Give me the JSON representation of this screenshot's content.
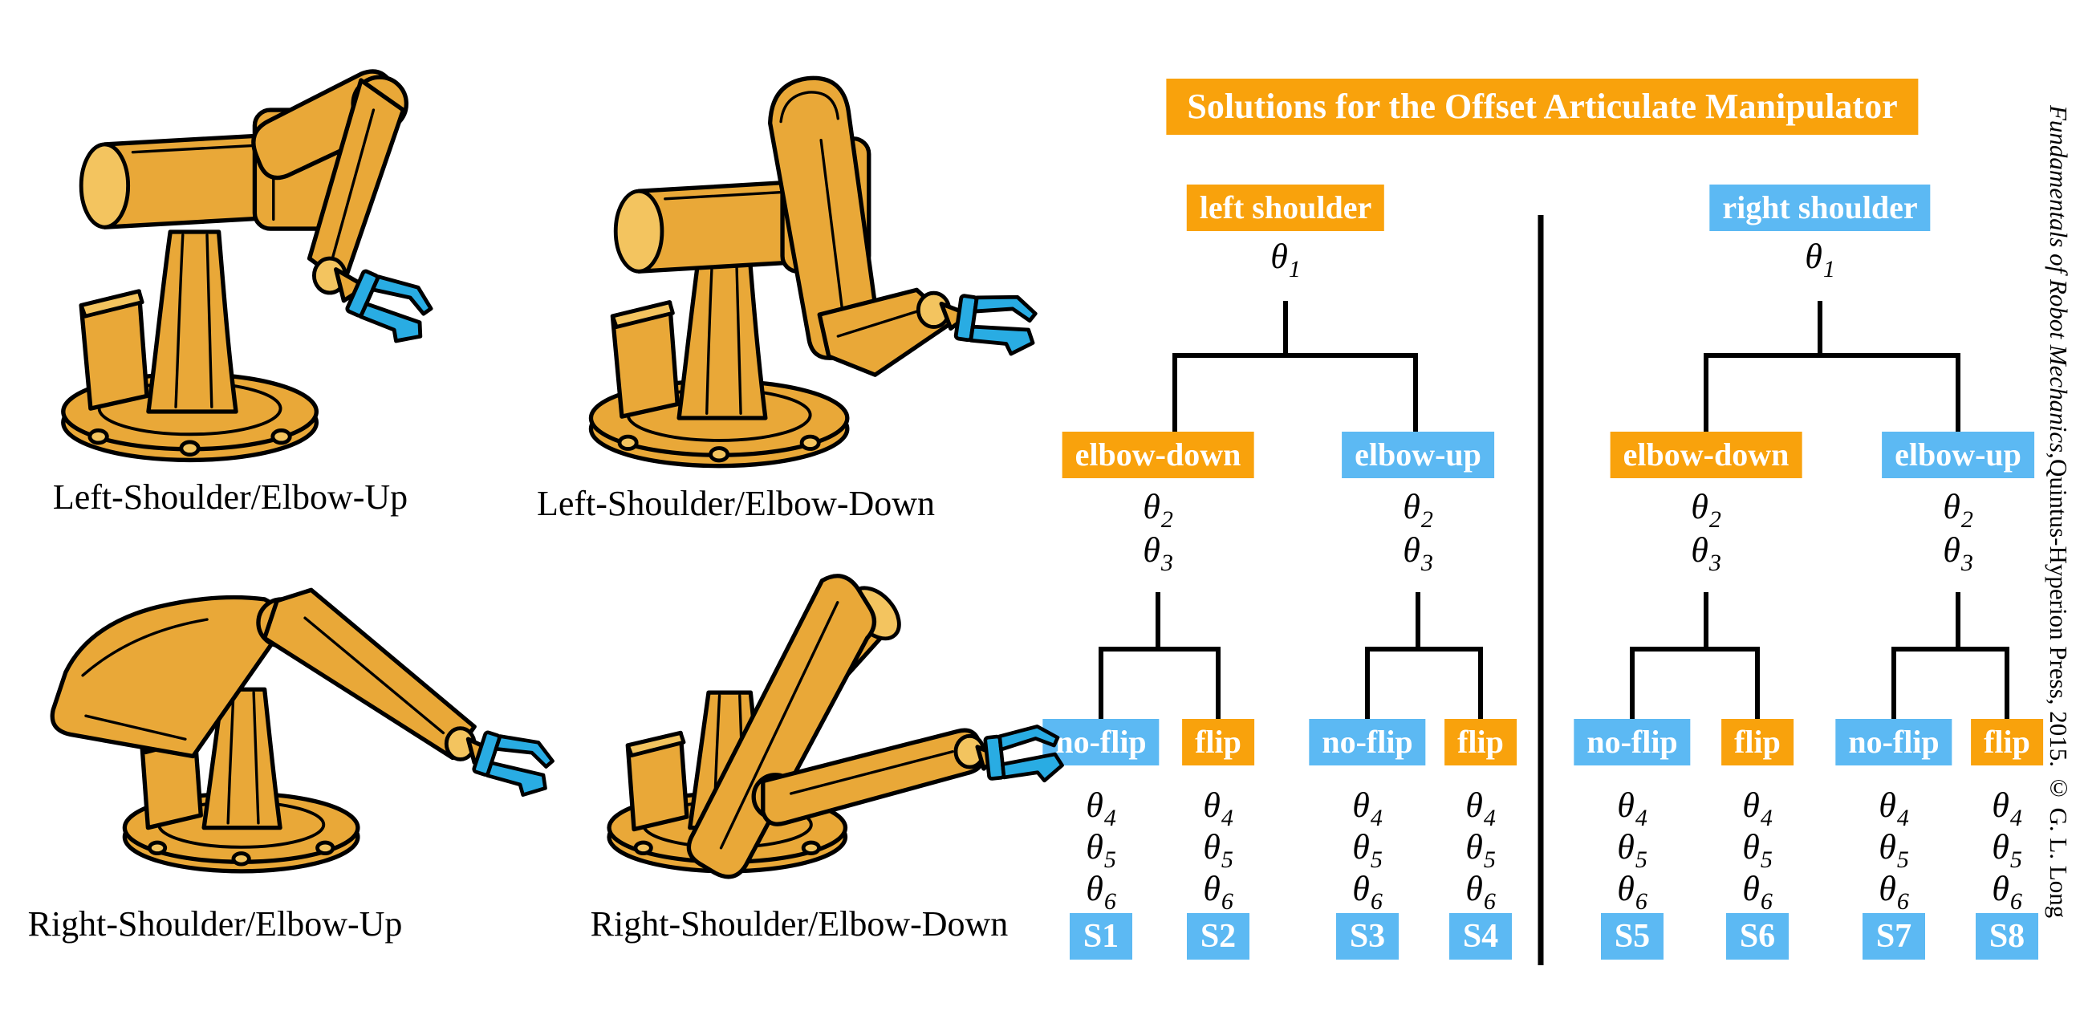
{
  "colors": {
    "orange": "#F9A20C",
    "blue": "#5CB9F3",
    "robot_body": "#E9A838",
    "robot_body_light": "#F3C45F",
    "robot_body_dark": "#C9882B",
    "gripper": "#29ACE3",
    "line": "#000000"
  },
  "title": "Solutions for the Offset Articulate Manipulator",
  "attribution": {
    "book_title_italic": "Fundamentals of Robot Mechanics, ",
    "publisher_info": "Quintus-Hyperion Press, 2015. © G. L. Long"
  },
  "robots": [
    {
      "caption": "Left-Shoulder/Elbow-Up"
    },
    {
      "caption": "Left-Shoulder/Elbow-Down"
    },
    {
      "caption": "Right-Shoulder/Elbow-Up"
    },
    {
      "caption": "Right-Shoulder/Elbow-Down"
    }
  ],
  "tree": {
    "shoulders": [
      {
        "label": "left shoulder",
        "style": "orange",
        "theta": {
          "sym": "θ",
          "sub": "1"
        },
        "elbows": [
          {
            "label": "elbow-down",
            "style": "orange",
            "thetas": [
              {
                "sym": "θ",
                "sub": "2"
              },
              {
                "sym": "θ",
                "sub": "3"
              }
            ],
            "wrists": [
              {
                "label": "no-flip",
                "style": "blue",
                "thetas": [
                  {
                    "sym": "θ",
                    "sub": "4"
                  },
                  {
                    "sym": "θ",
                    "sub": "5"
                  },
                  {
                    "sym": "θ",
                    "sub": "6"
                  }
                ],
                "solution": "S1"
              },
              {
                "label": "flip",
                "style": "orange",
                "thetas": [
                  {
                    "sym": "θ",
                    "sub": "4"
                  },
                  {
                    "sym": "θ",
                    "sub": "5"
                  },
                  {
                    "sym": "θ",
                    "sub": "6"
                  }
                ],
                "solution": "S2"
              }
            ]
          },
          {
            "label": "elbow-up",
            "style": "blue",
            "thetas": [
              {
                "sym": "θ",
                "sub": "2"
              },
              {
                "sym": "θ",
                "sub": "3"
              }
            ],
            "wrists": [
              {
                "label": "no-flip",
                "style": "blue",
                "thetas": [
                  {
                    "sym": "θ",
                    "sub": "4"
                  },
                  {
                    "sym": "θ",
                    "sub": "5"
                  },
                  {
                    "sym": "θ",
                    "sub": "6"
                  }
                ],
                "solution": "S3"
              },
              {
                "label": "flip",
                "style": "orange",
                "thetas": [
                  {
                    "sym": "θ",
                    "sub": "4"
                  },
                  {
                    "sym": "θ",
                    "sub": "5"
                  },
                  {
                    "sym": "θ",
                    "sub": "6"
                  }
                ],
                "solution": "S4"
              }
            ]
          }
        ]
      },
      {
        "label": "right shoulder",
        "style": "blue",
        "theta": {
          "sym": "θ",
          "sub": "1"
        },
        "elbows": [
          {
            "label": "elbow-down",
            "style": "orange",
            "thetas": [
              {
                "sym": "θ",
                "sub": "2"
              },
              {
                "sym": "θ",
                "sub": "3"
              }
            ],
            "wrists": [
              {
                "label": "no-flip",
                "style": "blue",
                "thetas": [
                  {
                    "sym": "θ",
                    "sub": "4"
                  },
                  {
                    "sym": "θ",
                    "sub": "5"
                  },
                  {
                    "sym": "θ",
                    "sub": "6"
                  }
                ],
                "solution": "S5"
              },
              {
                "label": "flip",
                "style": "orange",
                "thetas": [
                  {
                    "sym": "θ",
                    "sub": "4"
                  },
                  {
                    "sym": "θ",
                    "sub": "5"
                  },
                  {
                    "sym": "θ",
                    "sub": "6"
                  }
                ],
                "solution": "S6"
              }
            ]
          },
          {
            "label": "elbow-up",
            "style": "blue",
            "thetas": [
              {
                "sym": "θ",
                "sub": "2"
              },
              {
                "sym": "θ",
                "sub": "3"
              }
            ],
            "wrists": [
              {
                "label": "no-flip",
                "style": "blue",
                "thetas": [
                  {
                    "sym": "θ",
                    "sub": "4"
                  },
                  {
                    "sym": "θ",
                    "sub": "5"
                  },
                  {
                    "sym": "θ",
                    "sub": "6"
                  }
                ],
                "solution": "S7"
              },
              {
                "label": "flip",
                "style": "orange",
                "thetas": [
                  {
                    "sym": "θ",
                    "sub": "4"
                  },
                  {
                    "sym": "θ",
                    "sub": "5"
                  },
                  {
                    "sym": "θ",
                    "sub": "6"
                  }
                ],
                "solution": "S8"
              }
            ]
          }
        ]
      }
    ]
  }
}
